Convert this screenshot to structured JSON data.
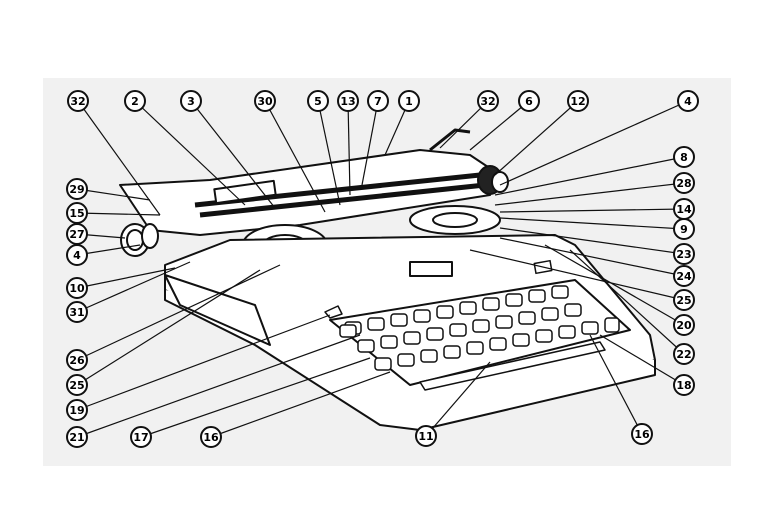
{
  "figure": {
    "paper_color": "#f1f1f1",
    "ink_color": "#111111",
    "callouts": [
      {
        "label": "32"
      },
      {
        "label": "2"
      },
      {
        "label": "3"
      },
      {
        "label": "30"
      },
      {
        "label": "5"
      },
      {
        "label": "13"
      },
      {
        "label": "7"
      },
      {
        "label": "1"
      },
      {
        "label": "32"
      },
      {
        "label": "6"
      },
      {
        "label": "12"
      },
      {
        "label": "4"
      },
      {
        "label": "29"
      },
      {
        "label": "15"
      },
      {
        "label": "27"
      },
      {
        "label": "4"
      },
      {
        "label": "10"
      },
      {
        "label": "31"
      },
      {
        "label": "8"
      },
      {
        "label": "28"
      },
      {
        "label": "14"
      },
      {
        "label": "9"
      },
      {
        "label": "23"
      },
      {
        "label": "24"
      },
      {
        "label": "25"
      },
      {
        "label": "20"
      },
      {
        "label": "22"
      },
      {
        "label": "18"
      },
      {
        "label": "16"
      },
      {
        "label": "11"
      },
      {
        "label": "26"
      },
      {
        "label": "25"
      },
      {
        "label": "19"
      },
      {
        "label": "21"
      },
      {
        "label": "17"
      },
      {
        "label": "16"
      }
    ]
  }
}
